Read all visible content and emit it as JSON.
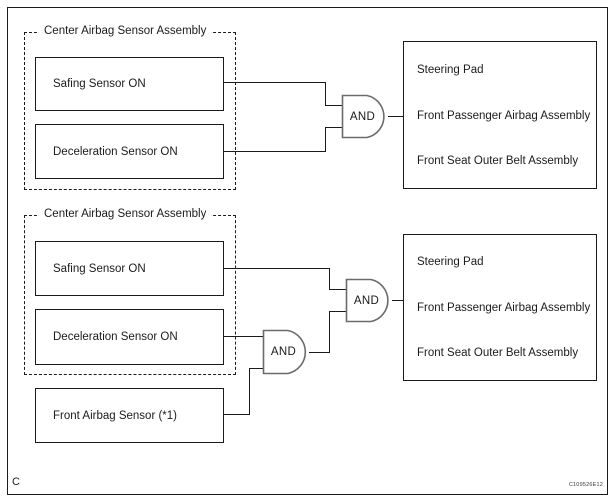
{
  "figure": {
    "corner_mark": "C",
    "figure_code": "C109526E12",
    "type": "logic-diagram"
  },
  "sections": [
    {
      "id": "section-upper",
      "assembly_label": "Center Airbag Sensor Assembly",
      "inputs": [
        {
          "label": "Safing Sensor ON"
        },
        {
          "label": "Deceleration Sensor ON"
        }
      ],
      "external_inputs": [],
      "gates": [
        {
          "label": "AND"
        }
      ],
      "outputs": [
        "Steering Pad",
        "Front Passenger Airbag Assembly",
        "Front Seat Outer Belt Assembly"
      ]
    },
    {
      "id": "section-lower",
      "assembly_label": "Center Airbag Sensor Assembly",
      "inputs": [
        {
          "label": "Safing Sensor ON"
        },
        {
          "label": "Deceleration Sensor ON"
        }
      ],
      "external_inputs": [
        {
          "label": "Front Airbag Sensor (*1)"
        }
      ],
      "gates": [
        {
          "label": "AND"
        },
        {
          "label": "AND"
        }
      ],
      "outputs": [
        "Steering Pad",
        "Front Passenger Airbag Assembly",
        "Front Seat Outer Belt Assembly"
      ]
    }
  ],
  "colors": {
    "line": "#1b1b1b",
    "background": "#ffffff",
    "gate_edge": "#6b6b6b"
  }
}
